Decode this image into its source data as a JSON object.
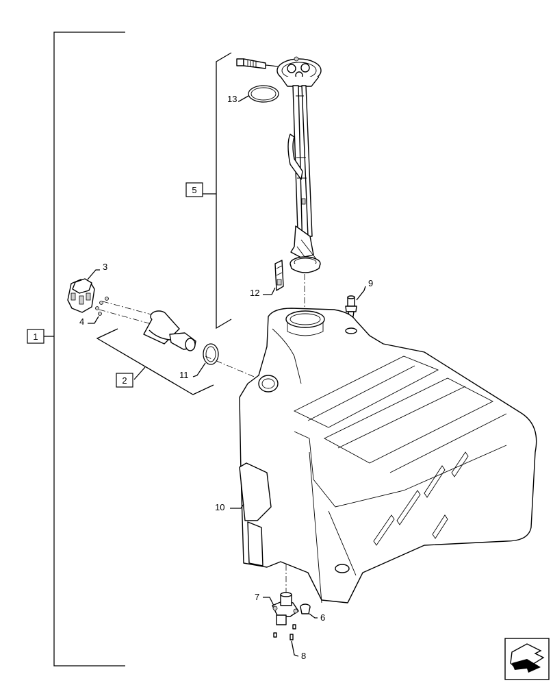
{
  "diagram": {
    "callouts": {
      "c1": "1",
      "c2": "2",
      "c3": "3",
      "c4": "4",
      "c5": "5",
      "c6": "6",
      "c7": "7",
      "c8": "8",
      "c9": "9",
      "c10": "10",
      "c11": "11",
      "c12": "12",
      "c13": "13"
    },
    "icons": {
      "nav": "next-page-arrow-icon"
    }
  }
}
